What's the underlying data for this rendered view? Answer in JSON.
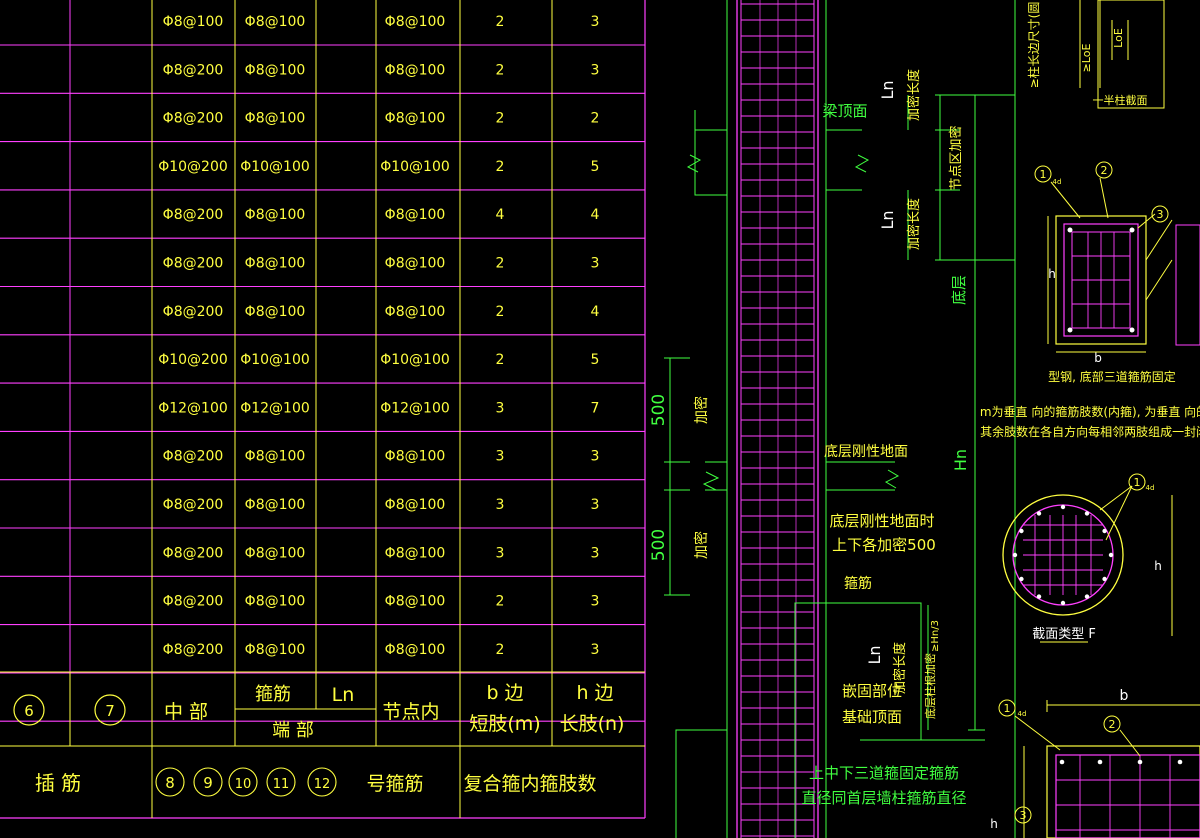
{
  "table": {
    "rows": [
      {
        "c1": "Φ8@100",
        "c2": "Φ8@100",
        "c3": "Φ8@100",
        "m": "2",
        "n": "3"
      },
      {
        "c1": "Φ8@200",
        "c2": "Φ8@100",
        "c3": "Φ8@100",
        "m": "2",
        "n": "3"
      },
      {
        "c1": "Φ8@200",
        "c2": "Φ8@100",
        "c3": "Φ8@100",
        "m": "2",
        "n": "2"
      },
      {
        "c1": "Φ10@200",
        "c2": "Φ10@100",
        "c3": "Φ10@100",
        "m": "2",
        "n": "5"
      },
      {
        "c1": "Φ8@200",
        "c2": "Φ8@100",
        "c3": "Φ8@100",
        "m": "4",
        "n": "4"
      },
      {
        "c1": "Φ8@200",
        "c2": "Φ8@100",
        "c3": "Φ8@100",
        "m": "2",
        "n": "3"
      },
      {
        "c1": "Φ8@200",
        "c2": "Φ8@100",
        "c3": "Φ8@100",
        "m": "2",
        "n": "4"
      },
      {
        "c1": "Φ10@200",
        "c2": "Φ10@100",
        "c3": "Φ10@100",
        "m": "2",
        "n": "5"
      },
      {
        "c1": "Φ12@100",
        "c2": "Φ12@100",
        "c3": "Φ12@100",
        "m": "3",
        "n": "7"
      },
      {
        "c1": "Φ8@200",
        "c2": "Φ8@100",
        "c3": "Φ8@100",
        "m": "3",
        "n": "3"
      },
      {
        "c1": "Φ8@200",
        "c2": "Φ8@100",
        "c3": "Φ8@100",
        "m": "3",
        "n": "3"
      },
      {
        "c1": "Φ8@200",
        "c2": "Φ8@100",
        "c3": "Φ8@100",
        "m": "3",
        "n": "3"
      },
      {
        "c1": "Φ8@200",
        "c2": "Φ8@100",
        "c3": "Φ8@100",
        "m": "2",
        "n": "3"
      },
      {
        "c1": "Φ8@200",
        "c2": "Φ8@100",
        "c3": "Φ8@100",
        "m": "2",
        "n": "3"
      }
    ],
    "header": {
      "col6": "6",
      "col7": "7",
      "middle": "中 部",
      "stirrup": "箍筋",
      "ln": "Ln",
      "end": "端 部",
      "node": "节点内",
      "b_side": "b 边",
      "short_leg": "短肢(m)",
      "h_side": "h 边",
      "long_leg": "长肢(n)"
    },
    "footer": {
      "insert": "插  筋",
      "nums": [
        "8",
        "9",
        "10",
        "11",
        "12"
      ],
      "stirrup_no": "号箍筋",
      "legs": "复合箍内箍肢数"
    }
  },
  "detail": {
    "dim500_top": "500",
    "dim500_bot": "500",
    "jiami1": "加密",
    "jiami2": "加密",
    "beam_top": "梁顶面",
    "ln_a": "Ln",
    "jiami_len_a": "加密长度",
    "node_zone": "节点区加密",
    "ln_b": "Ln",
    "jiami_len_b": "加密长度",
    "bottom_layer": "底层",
    "rigid_ground": "底层刚性地面",
    "rigid_note1": "底层刚性地面时",
    "rigid_note2": "上下各加密500",
    "hn": "Hn",
    "gujin": "箍筋",
    "hn3": "≥Hn/3",
    "ln_c": "Ln",
    "jiami_len_c": "加密长度",
    "anchor1": "嵌固部位",
    "anchor2": "基础顶面",
    "anchor_side": "底层柱根加密",
    "bottom_note1": "上中下三道箍固定箍筋",
    "bottom_note2": "直径同首层墙柱箍筋直径",
    "top_v1": "≥柱长边尺寸(圆",
    "loe1": "≥LoE",
    "loe2": "LoE",
    "half_col": "一半柱截面",
    "sec_h": "h",
    "sec_b": "b",
    "steel_note": "型钢, 底部三道箍筋固定",
    "note_line1": "m为垂直 向的箍筋肢数(内箍), 为垂直 向的箍",
    "note_line2": "其余肢数在各自方向每相邻两肢组成一封闭箍,当",
    "circle_h": "h",
    "section_f": "截面类型 F",
    "b_bottom": "b",
    "h_bottom": "h",
    "tag1a": "1",
    "tag1a_sub": "4d",
    "tag2a": "2",
    "tag3a": "3",
    "tag1b": "1",
    "tag1b_sub": "4d",
    "tag1c": "1",
    "tag1c_sub": "4d",
    "tag2c": "2",
    "tag3c": "3"
  },
  "colors": {
    "table_line": "#ff40ff",
    "text": "#ffff40",
    "green": "#40ff40",
    "magenta": "#ff40ff",
    "white": "#ffffff"
  }
}
